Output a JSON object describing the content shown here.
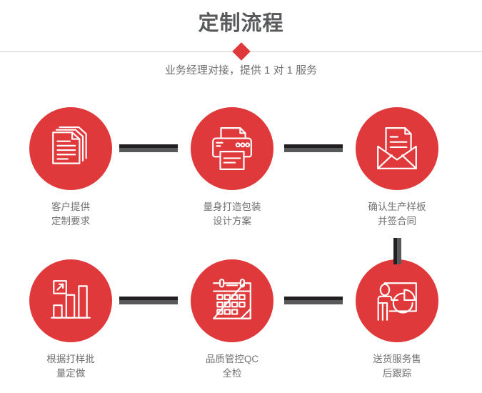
{
  "header": {
    "title": "定制流程",
    "subtitle": "业务经理对接，提供 1 对 1 服务",
    "divider_icon": "diamond",
    "accent_color": "#e0393b",
    "title_color": "#58595b",
    "subtitle_color": "#6f7072"
  },
  "flow": {
    "circle_color": "#e0393b",
    "connector_dark": "#231f20",
    "connector_gray": "#58595b",
    "steps": [
      {
        "index": 1,
        "icon": "documents-icon",
        "label": "客户提供\n定制要求"
      },
      {
        "index": 2,
        "icon": "printer-icon",
        "label": "量身打造包装\n设计方案"
      },
      {
        "index": 3,
        "icon": "envelope-mail-icon",
        "label": "确认生产样板\n并签合同"
      },
      {
        "index": 4,
        "icon": "bar-chart-icon",
        "label": "根据打样批\n量定做"
      },
      {
        "index": 5,
        "icon": "calendar-icon",
        "label": "品质管控QC\n全检"
      },
      {
        "index": 6,
        "icon": "presenter-pie-chart-icon",
        "label": "送货服务售\n后跟踪"
      }
    ],
    "connectors": [
      {
        "id": "c1",
        "orientation": "horizontal",
        "from": 1,
        "to": 2
      },
      {
        "id": "c2",
        "orientation": "horizontal",
        "from": 2,
        "to": 3
      },
      {
        "id": "c3",
        "orientation": "vertical",
        "from": 3,
        "to": 6
      },
      {
        "id": "c4",
        "orientation": "horizontal",
        "from": 6,
        "to": 5
      },
      {
        "id": "c5",
        "orientation": "horizontal",
        "from": 5,
        "to": 4
      }
    ]
  }
}
